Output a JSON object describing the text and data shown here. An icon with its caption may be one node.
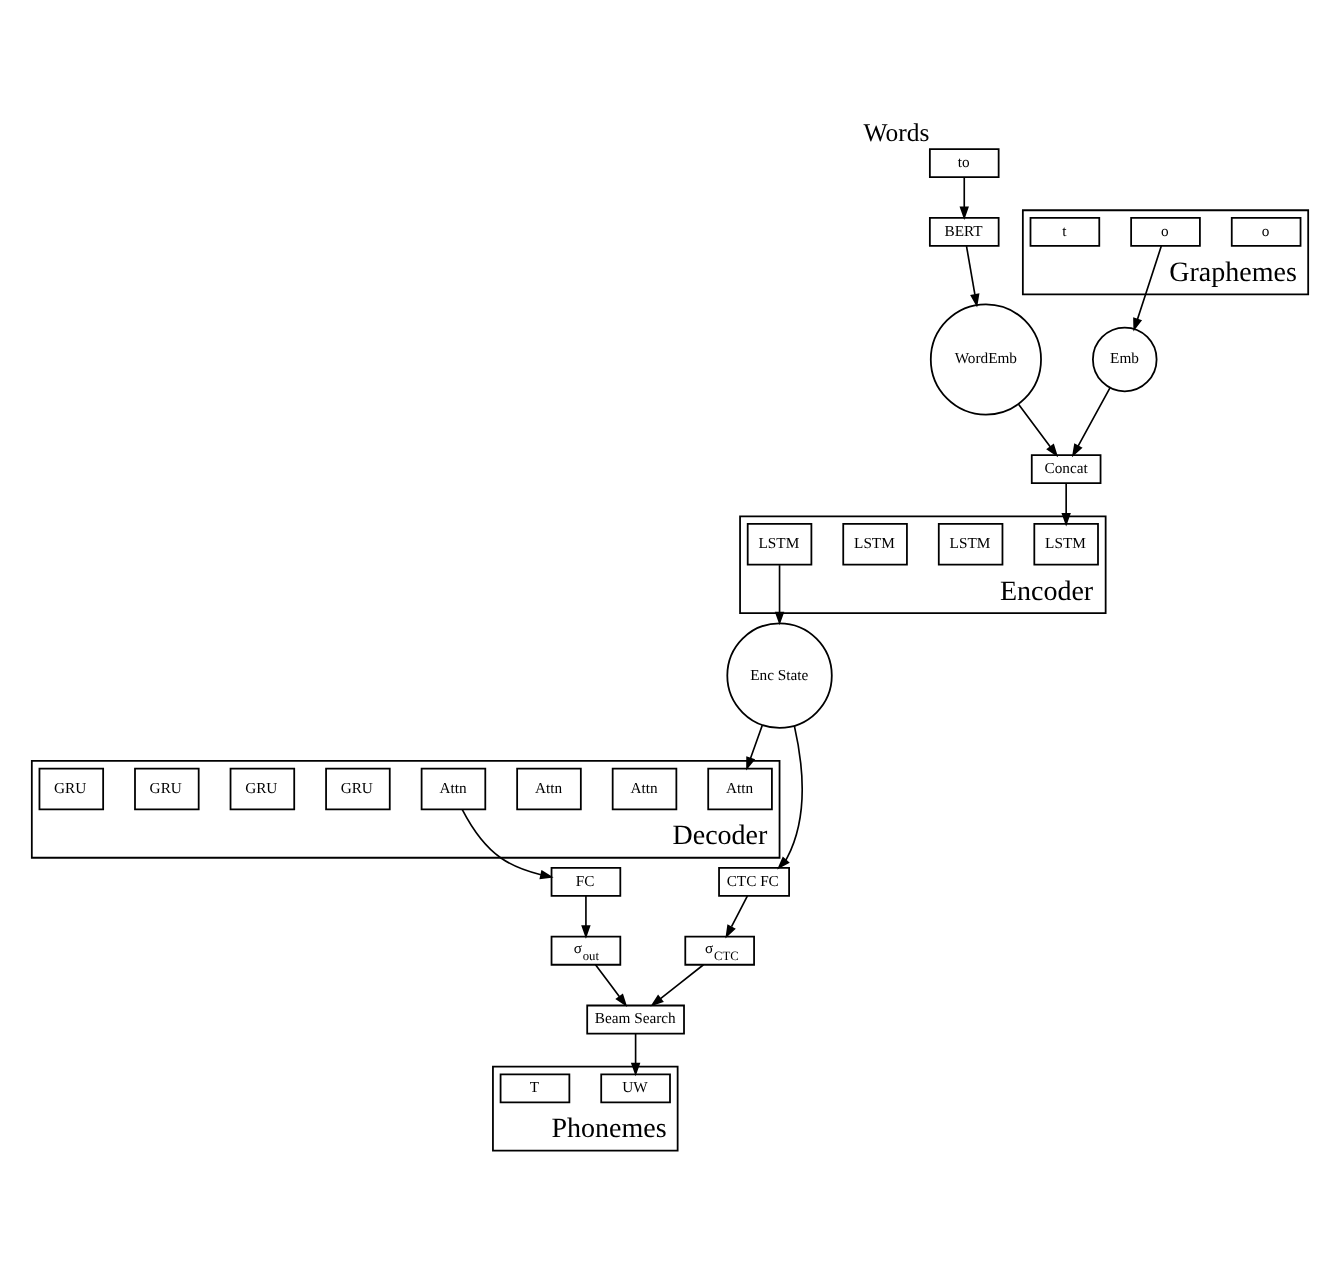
{
  "diagram": {
    "nodes": [
      {
        "text": [
          "to"
        ],
        "beside": [
          "Words"
        ]
      },
      {
        "text": [
          "BERT"
        ]
      },
      {
        "text": [
          "WordEmb"
        ]
      },
      {
        "text": [
          "Concat"
        ]
      },
      {
        "text": [
          "Emb"
        ]
      },
      {
        "text": [
          "Graphemes"
        ]
      },
      {
        "text": [
          "t"
        ],
        "in": 5
      },
      {
        "text": [
          "o"
        ],
        "in": 5
      },
      {
        "text": [
          "o"
        ],
        "in": 5
      },
      {
        "text": [
          "Decoder"
        ]
      },
      {
        "text": [
          "GRU"
        ],
        "in": 9
      },
      {
        "text": [
          "Attn"
        ],
        "in": 9
      },
      {
        "text": [
          "GRU"
        ],
        "in": 9
      },
      {
        "text": [
          "Attn"
        ],
        "in": 9
      },
      {
        "text": [
          "GRU"
        ],
        "in": 9
      },
      {
        "text": [
          "Attn"
        ],
        "in": 9
      },
      {
        "text": [
          "GRU"
        ],
        "in": 9
      },
      {
        "text": [
          "Attn"
        ],
        "in": 9
      },
      {
        "text": [
          "Encoder"
        ]
      },
      {
        "text": [
          "LSTM"
        ],
        "in": 18
      },
      {
        "text": [
          "LSTM"
        ],
        "in": 18
      },
      {
        "text": [
          "LSTM"
        ],
        "in": 18
      },
      {
        "text": [
          "LSTM"
        ],
        "in": 18
      },
      {
        "text": [
          "FC"
        ]
      },
      {
        "text": [
          "σ$_{out}$"
        ]
      },
      {
        "text": [
          "CTC FC"
        ]
      },
      {
        "text": [
          "σ$_{CTC}$"
        ]
      },
      {
        "text": [
          "Enc State"
        ]
      },
      {
        "text": [
          "Beam Search"
        ]
      },
      {
        "text": [
          "Phonemes"
        ]
      },
      {
        "text": [
          "T"
        ],
        "in": 29
      },
      {
        "text": [
          "UW"
        ],
        "in": 29
      }
    ],
    "edges": [
      {
        "from": 0,
        "to": 1,
        "arrow": "to"
      },
      {
        "from": 1,
        "to": 2,
        "arrow": "to"
      },
      {
        "from": 2,
        "to": 3,
        "arrow": "to"
      },
      {
        "from": 7,
        "to": 4,
        "arrow": "to"
      },
      {
        "from": 4,
        "to": 3,
        "arrow": "to"
      },
      {
        "from": 3,
        "to": 22,
        "arrow": "to"
      },
      {
        "from": 19,
        "to": 27,
        "arrow": "to"
      },
      {
        "from": 27,
        "to": 17,
        "arrow": "to"
      },
      {
        "from": 27,
        "to": 25,
        "arrow": "to"
      },
      {
        "from": 11,
        "to": 23,
        "arrow": "to"
      },
      {
        "from": 23,
        "to": 24,
        "arrow": "to"
      },
      {
        "from": 25,
        "to": 26,
        "arrow": "to"
      },
      {
        "from": 24,
        "to": 28,
        "arrow": "to"
      },
      {
        "from": 26,
        "to": 28,
        "arrow": "to"
      },
      {
        "from": 28,
        "to": 31,
        "arrow": "to"
      }
    ]
  }
}
